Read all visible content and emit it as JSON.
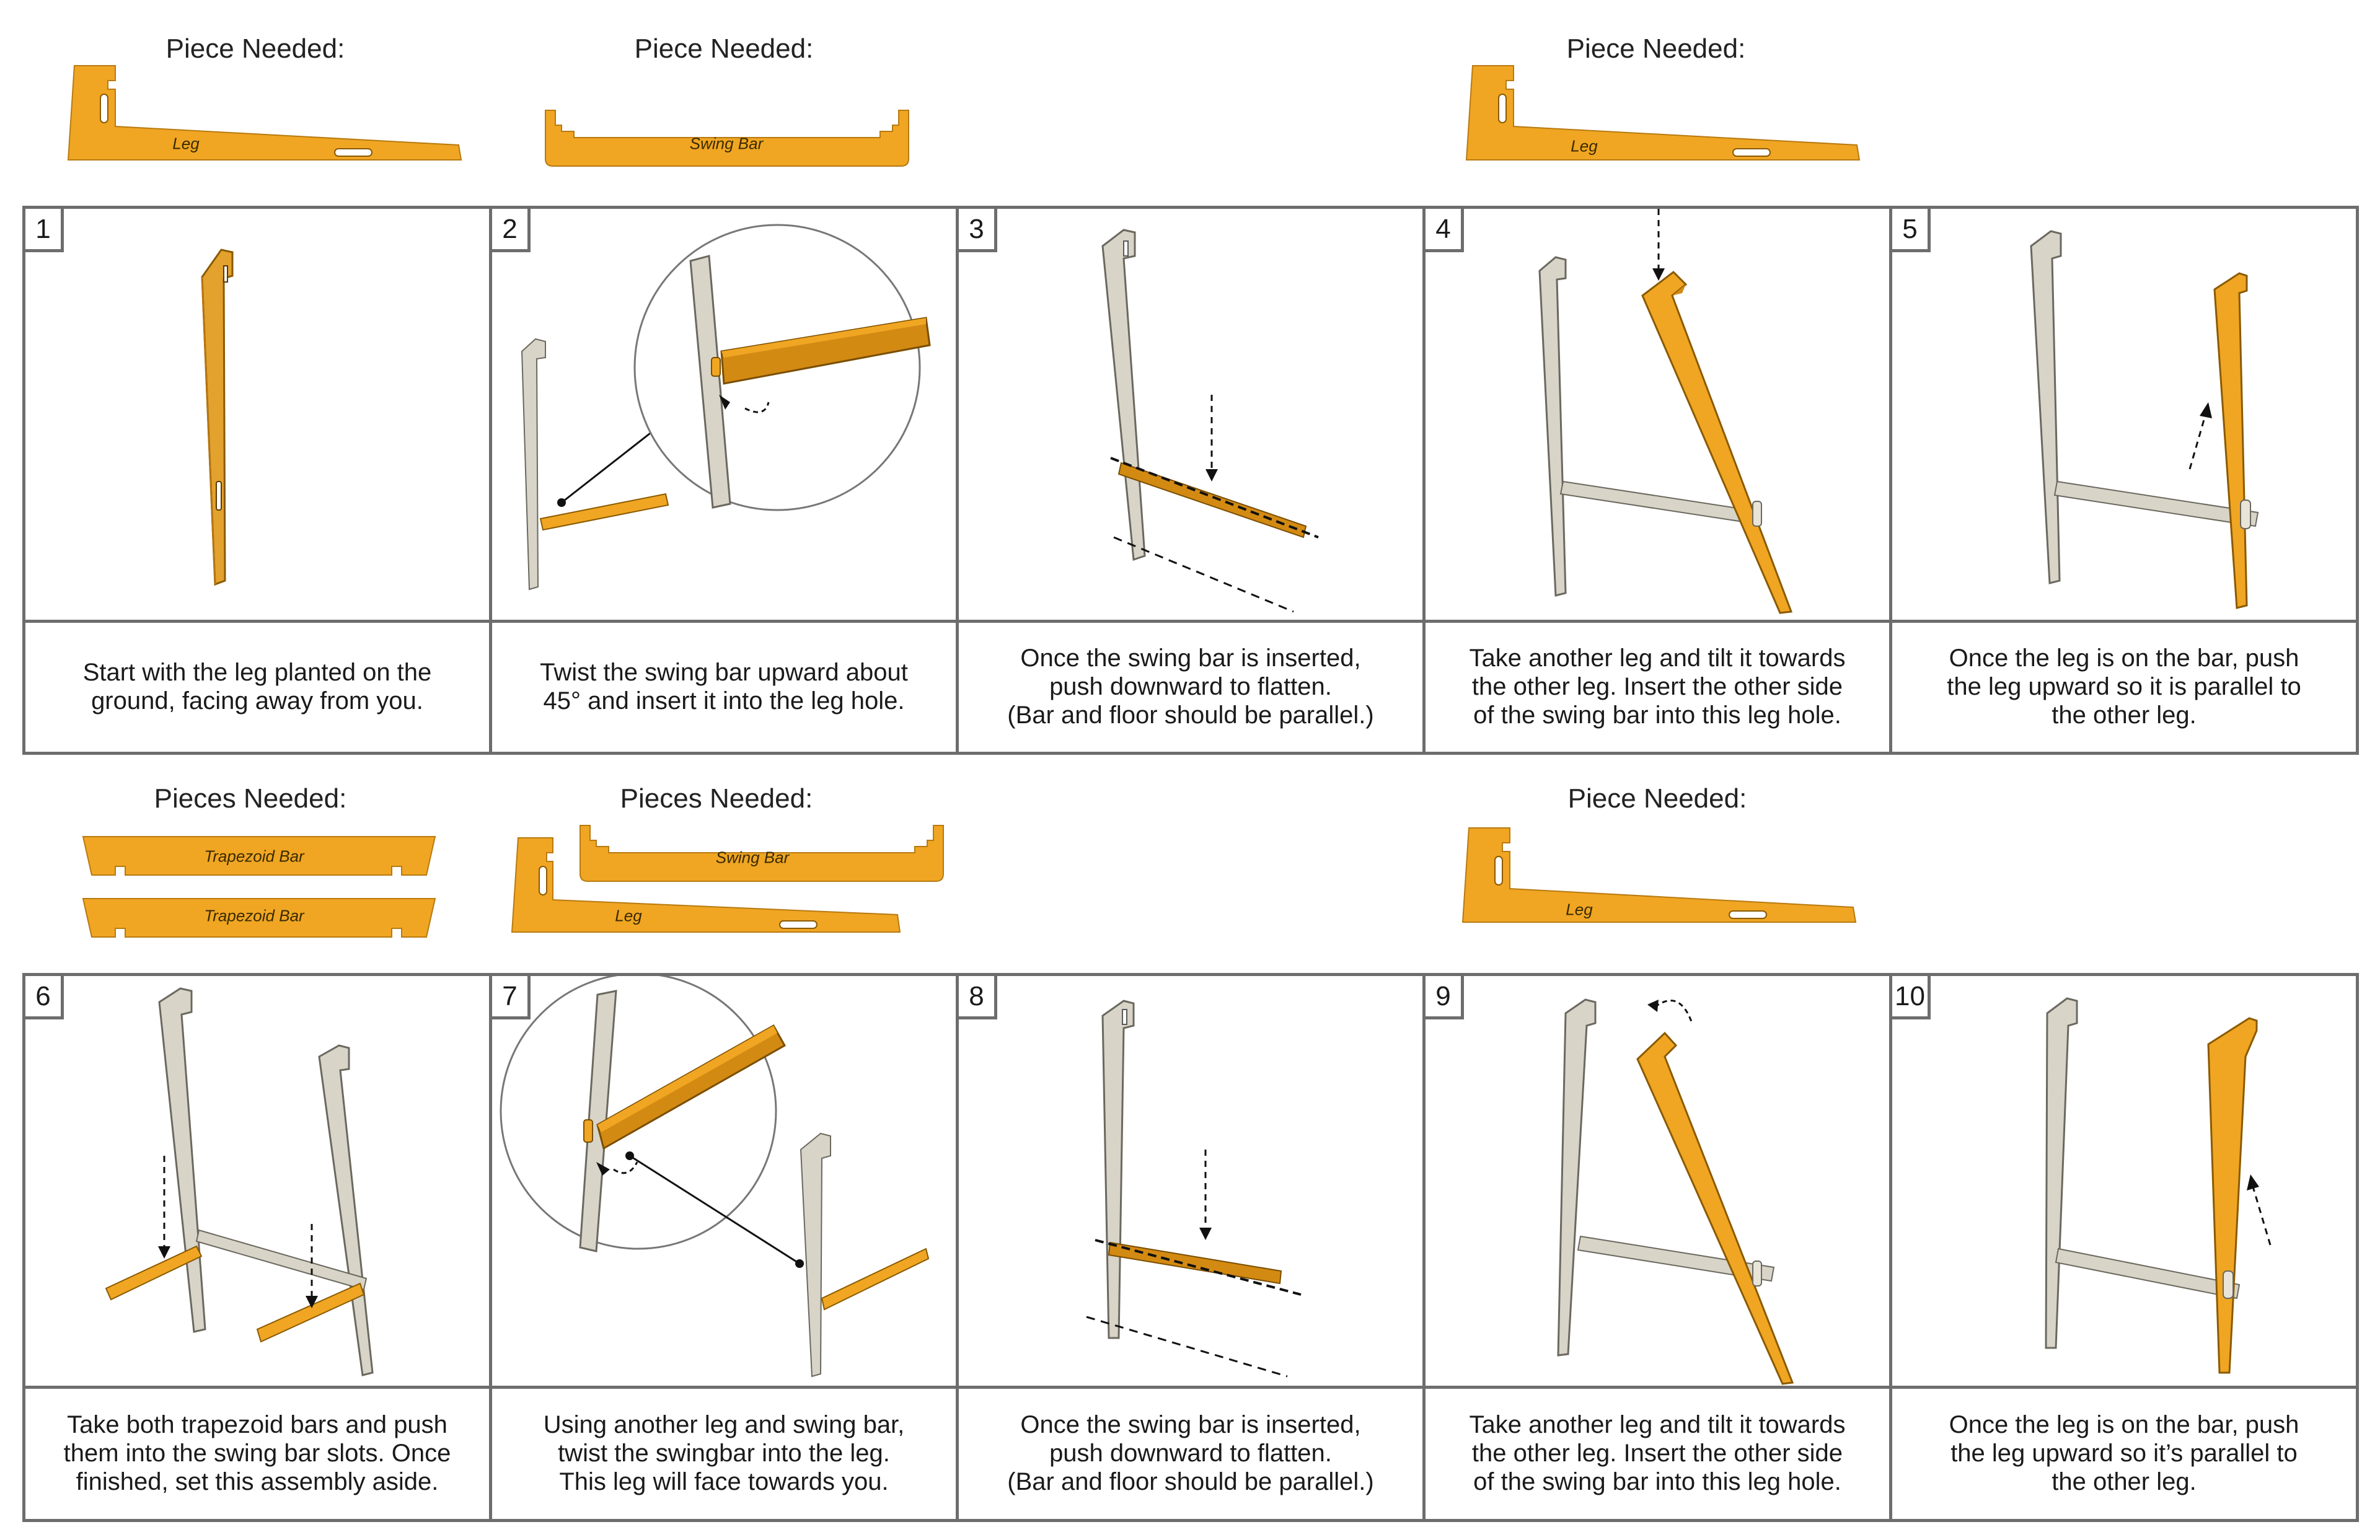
{
  "colors": {
    "orange": "#F0A623",
    "orange_dark": "#D38A12",
    "gray_leg": "#D8D4C8",
    "gray_edge": "#8a877d",
    "border": "#6d6d6d"
  },
  "headers": {
    "h1": "Piece Needed:",
    "h2": "Piece Needed:",
    "h4": "Piece Needed:",
    "h6": "Pieces Needed:",
    "h7": "Pieces Needed:",
    "h9": "Piece Needed:"
  },
  "pieces": {
    "leg": "Leg",
    "swing_bar": "Swing Bar",
    "trapezoid_bar": "Trapezoid Bar"
  },
  "steps": [
    {
      "number": "1",
      "caption": [
        "Start with the leg planted on the",
        "ground, facing away from you."
      ]
    },
    {
      "number": "2",
      "caption": [
        "Twist the swing bar upward about",
        "45° and insert it into the leg hole."
      ]
    },
    {
      "number": "3",
      "caption": [
        "Once the swing bar is inserted,",
        "push downward to flatten.",
        "(Bar and floor should be parallel.)"
      ]
    },
    {
      "number": "4",
      "caption": [
        "Take another leg and tilt it towards",
        "the other leg. Insert the other side",
        "of the swing bar into this leg hole."
      ]
    },
    {
      "number": "5",
      "caption": [
        "Once the leg is on the bar, push",
        "the leg upward so it is parallel to",
        "the other leg."
      ]
    },
    {
      "number": "6",
      "caption": [
        "Take both trapezoid bars and push",
        "them into the swing bar slots. Once",
        "finished, set this assembly aside."
      ]
    },
    {
      "number": "7",
      "caption": [
        "Using another leg and swing bar,",
        "twist the swingbar into the leg.",
        "This leg will face towards you."
      ]
    },
    {
      "number": "8",
      "caption": [
        "Once the swing bar is inserted,",
        "push downward to flatten.",
        "(Bar and floor should be parallel.)"
      ]
    },
    {
      "number": "9",
      "caption": [
        "Take another leg and tilt it towards",
        "the other leg. Insert the other side",
        "of the swing bar into this leg hole."
      ]
    },
    {
      "number": "10",
      "caption": [
        "Once the leg is on the bar, push",
        "the leg upward so it’s parallel to",
        "the other leg."
      ]
    }
  ]
}
